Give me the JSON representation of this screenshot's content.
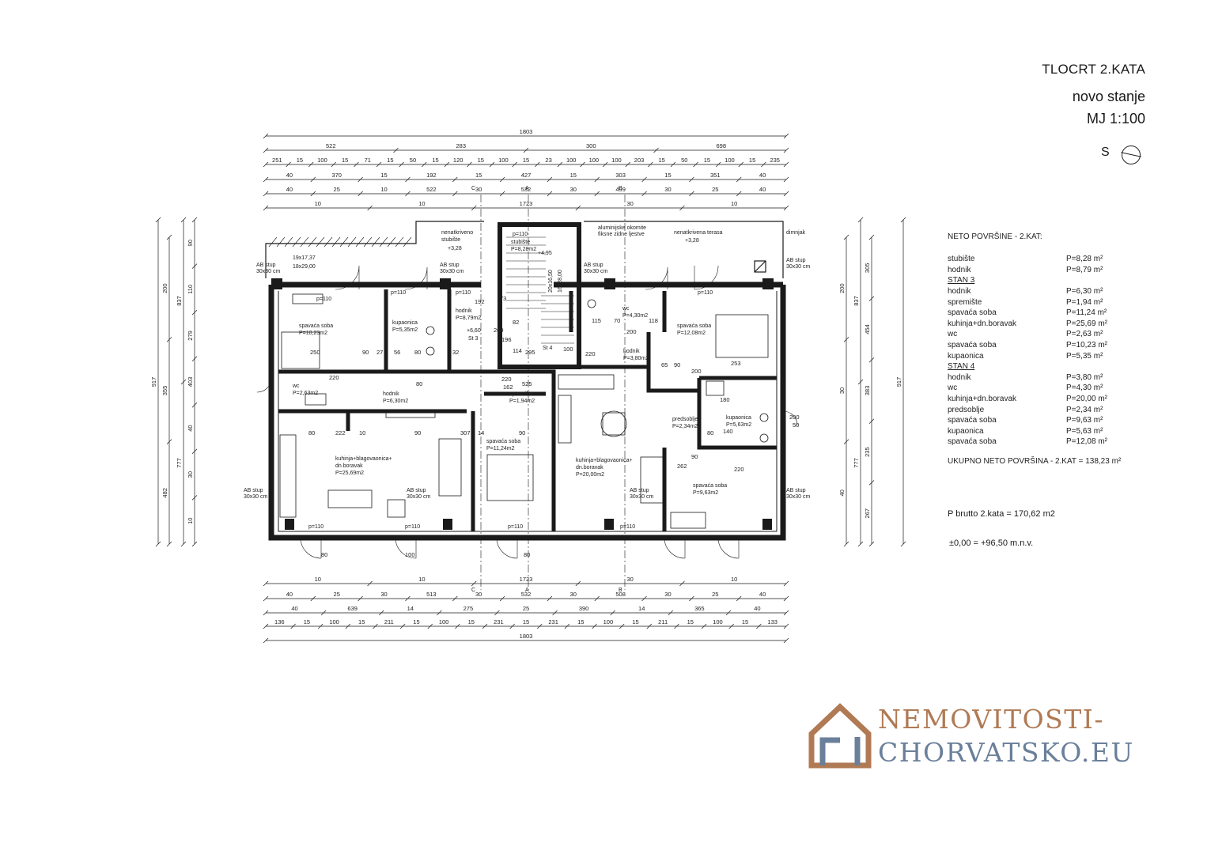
{
  "header": {
    "title": "TLOCRT 2.KATA",
    "subtitle": "novo stanje",
    "scale": "MJ 1:100",
    "north_label": "S"
  },
  "plan": {
    "rooms": {
      "stan3_spavaca": {
        "name": "spavaća soba",
        "area": "P=10,23m2"
      },
      "stan3_kupaonica": {
        "name": "kupaonica",
        "area": "P=5,35m2"
      },
      "stubiste_hodnik": {
        "name": "hodnik",
        "area": "P=8,79m2"
      },
      "stubiste_area": {
        "name": "stubište",
        "area": "P=8,28m2"
      },
      "stan4_wc": {
        "name": "wc",
        "area": "P=4,30m2"
      },
      "stan4_spavaca_top": {
        "name": "spavaća soba",
        "area": "P=12,08m2"
      },
      "stan3_wc": {
        "name": "wc",
        "area": "P=2,63m2"
      },
      "stan3_hodnik": {
        "name": "hodnik",
        "area": "P=6,30m2"
      },
      "stan3_spremiste": {
        "name": "spremište",
        "area": "P=1,94m2"
      },
      "stan4_hodnik": {
        "name": "hodnik",
        "area": "P=3,80m2"
      },
      "stan4_kupaonica": {
        "name": "kupaonica",
        "area": "P=5,63m2"
      },
      "stan4_predsoblje": {
        "name": "predsoblje",
        "area": "P=2,34m2"
      },
      "stan3_kuhinja": {
        "name": "kuhinja+blagovaonica+",
        "name2": "dn.boravak",
        "area": "P=25,69m2"
      },
      "stan3_spavaca_mid": {
        "name": "spavaća soba",
        "area": "P=11,24m2"
      },
      "stan4_kuhinja": {
        "name": "kuhinja+blagovaonica+",
        "name2": "dn.boravak",
        "area": "P=20,00m2"
      },
      "stan4_spavaca_bot": {
        "name": "spavaća soba",
        "area": "P=9,63m2"
      }
    },
    "notes": {
      "stair_open": "nenatkriveno",
      "stair_open2": "stubište",
      "stair_level": "+3,28",
      "terrace": "nenatkrivena terasa",
      "terrace_level": "+3,28",
      "stair_level2": "+4,95",
      "hodnik_level": "+6,60",
      "facade": "aluminijske okomite",
      "facade2": "fiksne zidne ljestve",
      "chimney": "dimnjak",
      "stairs_dim1": "19x17,37",
      "stairs_dim2": "18x29,00",
      "stairs_dim3": "20x16,50",
      "stairs_dim4": "16x28,00",
      "ab_stup": "AB stup",
      "ab_size": "30x30 cm",
      "st3": "St 3",
      "st4": "St 4",
      "axis_c": "C",
      "axis_a": "A",
      "axis_b": "B"
    },
    "dims": {
      "top_total": "1803",
      "top_r1": [
        "522",
        "283",
        "300",
        "698"
      ],
      "top_r2": [
        "251",
        "15",
        "100",
        "15",
        "71",
        "15",
        "50",
        "15",
        "120",
        "15",
        "100",
        "15",
        "23",
        "100",
        "100",
        "100",
        "203",
        "15",
        "50",
        "15",
        "100",
        "15",
        "235"
      ],
      "top_r3": [
        "40",
        "370",
        "15",
        "192",
        "15",
        "427",
        "15",
        "303",
        "15",
        "351",
        "40"
      ],
      "top_r4": [
        "40",
        "25",
        "10",
        "522",
        "30",
        "532",
        "30",
        "499",
        "30",
        "25",
        "40"
      ],
      "top_r5": [
        "10",
        "10",
        "1723",
        "30",
        "10"
      ],
      "bot_r1": [
        "10",
        "10",
        "1723",
        "30",
        "10"
      ],
      "bot_r2": [
        "40",
        "25",
        "30",
        "513",
        "30",
        "532",
        "30",
        "508",
        "30",
        "25",
        "40"
      ],
      "bot_r3": [
        "40",
        "639",
        "14",
        "275",
        "25",
        "390",
        "14",
        "365",
        "40"
      ],
      "bot_r4": [
        "136",
        "15",
        "100",
        "15",
        "211",
        "15",
        "100",
        "15",
        "231",
        "15",
        "231",
        "15",
        "100",
        "15",
        "211",
        "15",
        "100",
        "15",
        "133"
      ],
      "bot_total": "1803",
      "left_total": "917",
      "left_r2": [
        "837",
        "777"
      ],
      "left_r3": [
        "200",
        "355",
        "482"
      ],
      "left_r4": [
        "90",
        "110",
        "279",
        "403",
        "40",
        "30",
        "10"
      ],
      "right_total": "917",
      "right_r2": [
        "837",
        "777"
      ],
      "right_r3": [
        "305",
        "454",
        "383",
        "235",
        "267"
      ],
      "right_r4": [
        "200",
        "30",
        "40"
      ],
      "door_p110": "p=110",
      "inner": [
        "250",
        "90",
        "27",
        "56",
        "80",
        "32",
        "192",
        "73",
        "269",
        "196",
        "82",
        "114",
        "295",
        "100",
        "220",
        "115",
        "70",
        "118",
        "200",
        "253",
        "65",
        "90",
        "200",
        "220",
        "80",
        "525",
        "162",
        "220",
        "80",
        "222",
        "10",
        "90",
        "307",
        "14",
        "90",
        "180",
        "140",
        "80",
        "220",
        "262",
        "90",
        "200",
        "50",
        "80",
        "100",
        "80"
      ]
    }
  },
  "areas": {
    "header": "NETO POVRŠINE - 2.KAT:",
    "items": [
      {
        "name": "stubište",
        "value": "P=8,28 m²",
        "section": false
      },
      {
        "name": "hodnik",
        "value": "P=8,79 m²",
        "section": false
      },
      {
        "name": "STAN 3",
        "value": "",
        "section": true
      },
      {
        "name": "hodnik",
        "value": "P=6,30 m²",
        "section": false
      },
      {
        "name": "spremište",
        "value": "P=1,94 m²",
        "section": false
      },
      {
        "name": "spavaća soba",
        "value": "P=11,24 m²",
        "section": false
      },
      {
        "name": "kuhinja+dn.boravak",
        "value": "P=25,69 m²",
        "section": false
      },
      {
        "name": "wc",
        "value": "P=2,63 m²",
        "section": false
      },
      {
        "name": "spavaća soba",
        "value": "P=10,23 m²",
        "section": false
      },
      {
        "name": "kupaonica",
        "value": "P=5,35 m²",
        "section": false
      },
      {
        "name": "STAN 4",
        "value": "",
        "section": true
      },
      {
        "name": "hodnik",
        "value": "P=3,80 m²",
        "section": false
      },
      {
        "name": "wc",
        "value": "P=4,30 m²",
        "section": false
      },
      {
        "name": "kuhinja+dn.boravak",
        "value": "P=20,00 m²",
        "section": false
      },
      {
        "name": "predsoblje",
        "value": "P=2,34 m²",
        "section": false
      },
      {
        "name": "spavaća soba",
        "value": "P=9,63 m²",
        "section": false
      },
      {
        "name": "kupaonica",
        "value": "P=5,63 m²",
        "section": false
      },
      {
        "name": "spavaća soba",
        "value": "P=12,08 m²",
        "section": false
      }
    ],
    "total": "UKUPNO NETO POVRŠINA - 2.KAT = 138,23 m²",
    "brutto": "P brutto 2.kata = 170,62 m2",
    "datum": "±0,00 =  +96,50 m.n.v."
  },
  "logo": {
    "line1": "NEMOVITOSTI-",
    "line2": "CHORVATSKO.EU"
  },
  "colors": {
    "logo_top": "#b07a54",
    "logo_bottom": "#6a7f9a",
    "wall": "#1a1a1a"
  }
}
